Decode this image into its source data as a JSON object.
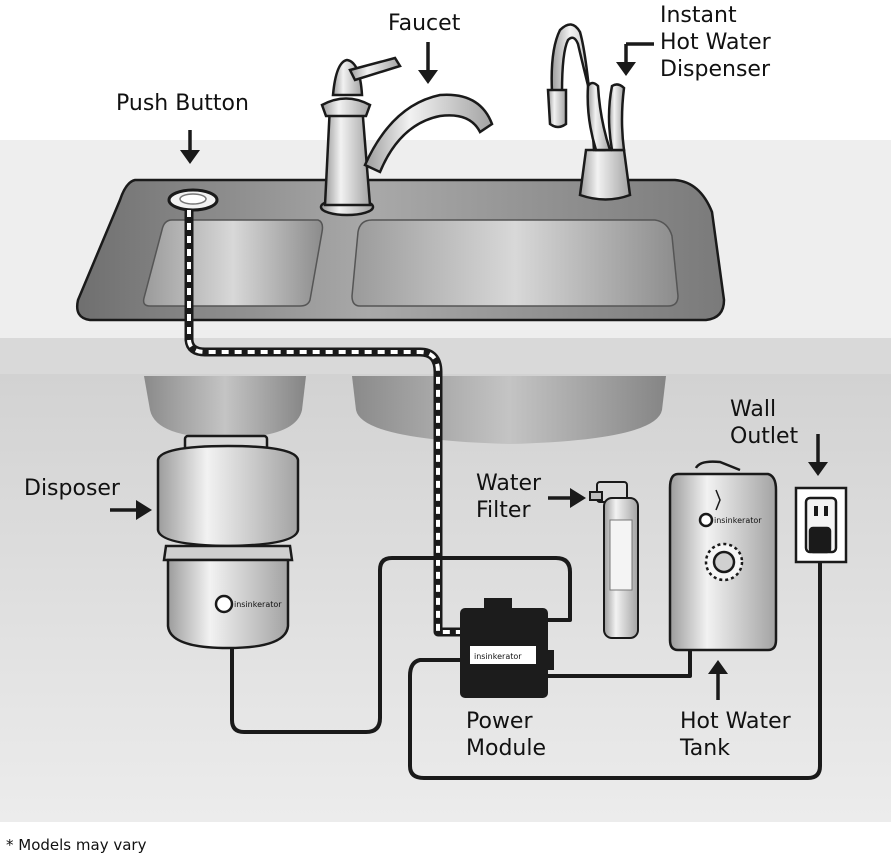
{
  "labels": {
    "faucet": "Faucet",
    "instant_hot_water_dispenser": "Instant\nHot Water\nDispenser",
    "push_button": "Push Button",
    "wall_outlet": "Wall\nOutlet",
    "disposer": "Disposer",
    "water_filter": "Water\nFilter",
    "power_module": "Power\nModule",
    "hot_water_tank": "Hot Water\nTank"
  },
  "brand": "insinkerator",
  "footnote": "* Models may vary",
  "colors": {
    "counter": "#8f8f8f",
    "basin": "#b8b8b8",
    "wall": "#dcdcdc",
    "outline": "#1a1a1a",
    "module": "#1c1c1c"
  }
}
